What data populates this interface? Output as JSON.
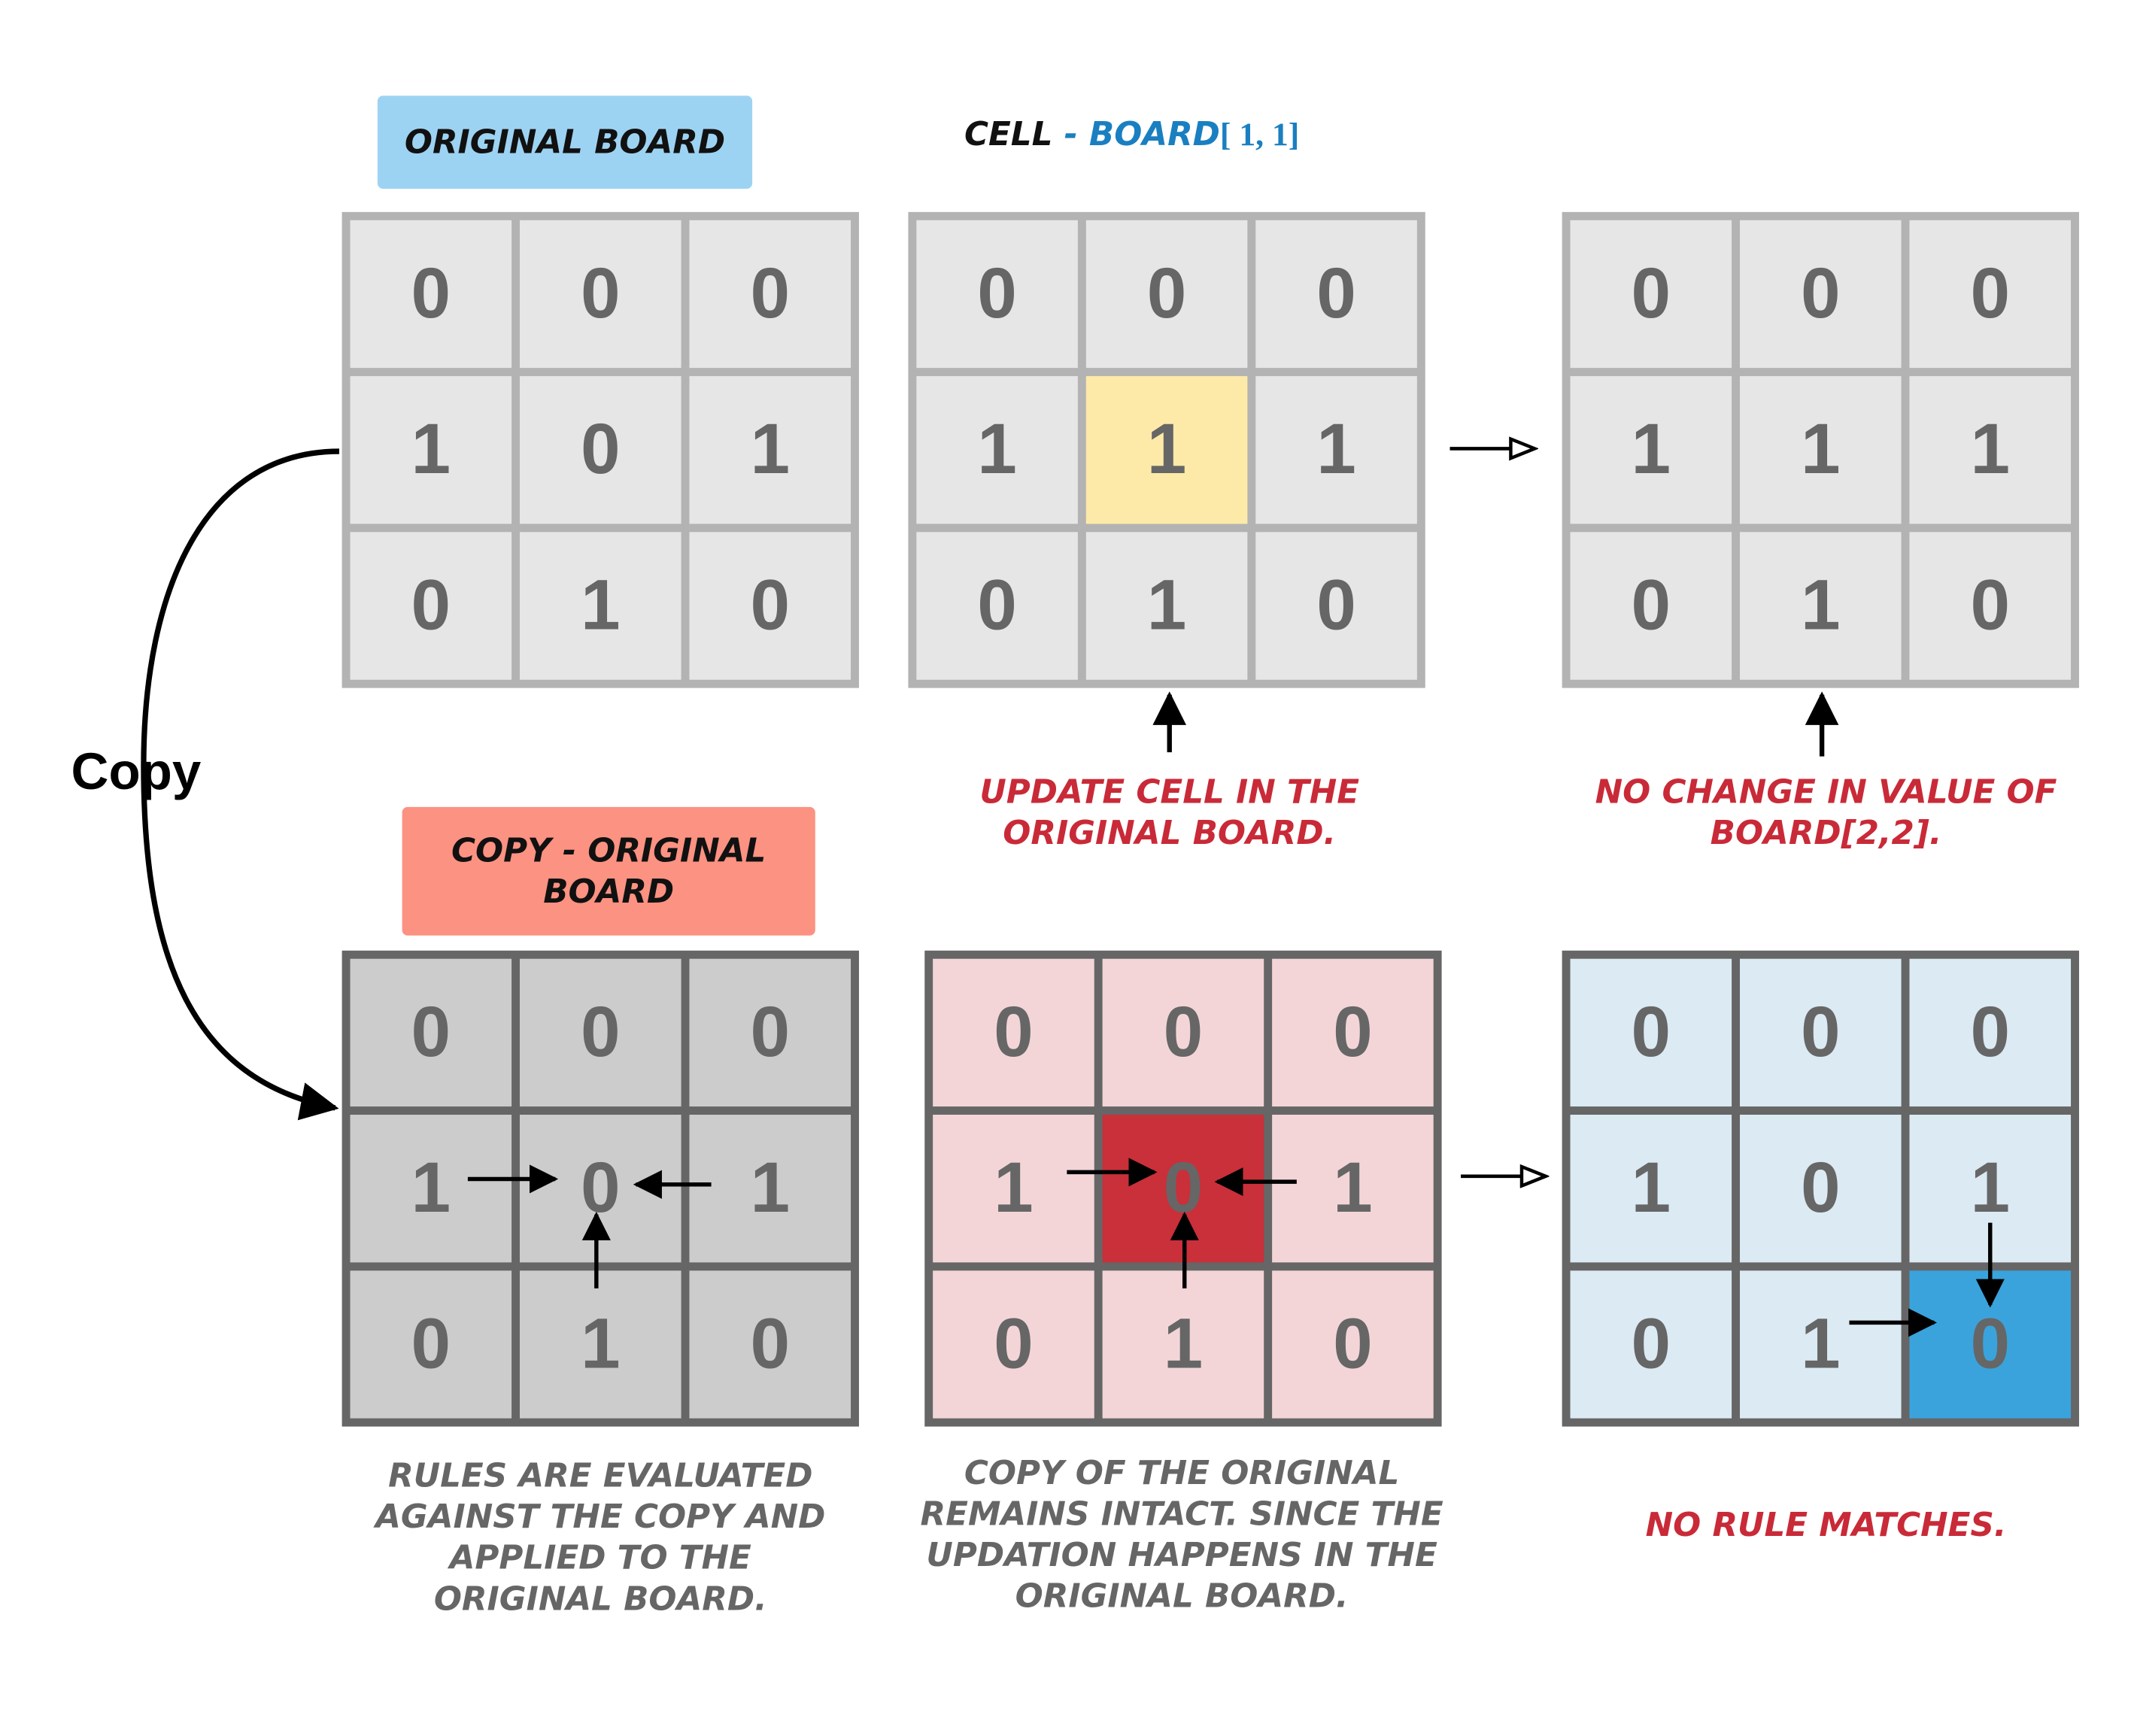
{
  "labels": {
    "original_board": "ORIGINAL BOARD",
    "cell_prefix": "CELL",
    "cell_dash": " - ",
    "cell_board": "BOARD",
    "cell_index": "[ 1, 1]",
    "copy_arrow": "Copy",
    "copy_board_line1": "COPY - ORIGINAL",
    "copy_board_line2": "BOARD"
  },
  "captions": {
    "update_cell": [
      "UPDATE CELL IN THE",
      "ORIGINAL BOARD."
    ],
    "no_change": [
      "NO CHANGE IN VALUE OF",
      "BOARD[2,2]."
    ],
    "rules_evaluated": [
      "RULES ARE EVALUATED",
      "AGAINST THE COPY AND",
      "APPLIED TO THE",
      "ORIGINAL BOARD."
    ],
    "copy_intact": [
      "COPY OF THE ORIGINAL",
      "REMAINS INTACT. SINCE THE",
      "UPDATION HAPPENS IN THE",
      "ORIGINAL BOARD."
    ],
    "no_rule": [
      "NO RULE MATCHES."
    ]
  },
  "grids": {
    "original_board": [
      [
        "0",
        "0",
        "0"
      ],
      [
        "1",
        "0",
        "1"
      ],
      [
        "0",
        "1",
        "0"
      ]
    ],
    "original_step1": [
      [
        "0",
        "0",
        "0"
      ],
      [
        "1",
        "1",
        "1"
      ],
      [
        "0",
        "1",
        "0"
      ]
    ],
    "original_step2": [
      [
        "0",
        "0",
        "0"
      ],
      [
        "1",
        "1",
        "1"
      ],
      [
        "0",
        "1",
        "0"
      ]
    ],
    "copy_board": [
      [
        "0",
        "0",
        "0"
      ],
      [
        "1",
        "0",
        "1"
      ],
      [
        "0",
        "1",
        "0"
      ]
    ],
    "copy_step1": [
      [
        "0",
        "0",
        "0"
      ],
      [
        "1",
        "0",
        "1"
      ],
      [
        "0",
        "1",
        "0"
      ]
    ],
    "copy_step2": [
      [
        "0",
        "0",
        "0"
      ],
      [
        "1",
        "0",
        "1"
      ],
      [
        "0",
        "1",
        "0"
      ]
    ]
  },
  "colors": {
    "blue_label": "#9dd3f2",
    "salmon_label": "#fc9282",
    "cell_light": "#e6e6e6",
    "cell_gray": "#cccccc",
    "cell_pink": "#f3d5d8",
    "cell_lightblue": "#dbeaf3",
    "highlight_yellow": "#feeaa8",
    "highlight_red": "#c9303a",
    "highlight_blue": "#3aa3dc",
    "caption_red": "#c92a38",
    "caption_gray": "#666666",
    "board_blue": "#1a7fc0"
  }
}
